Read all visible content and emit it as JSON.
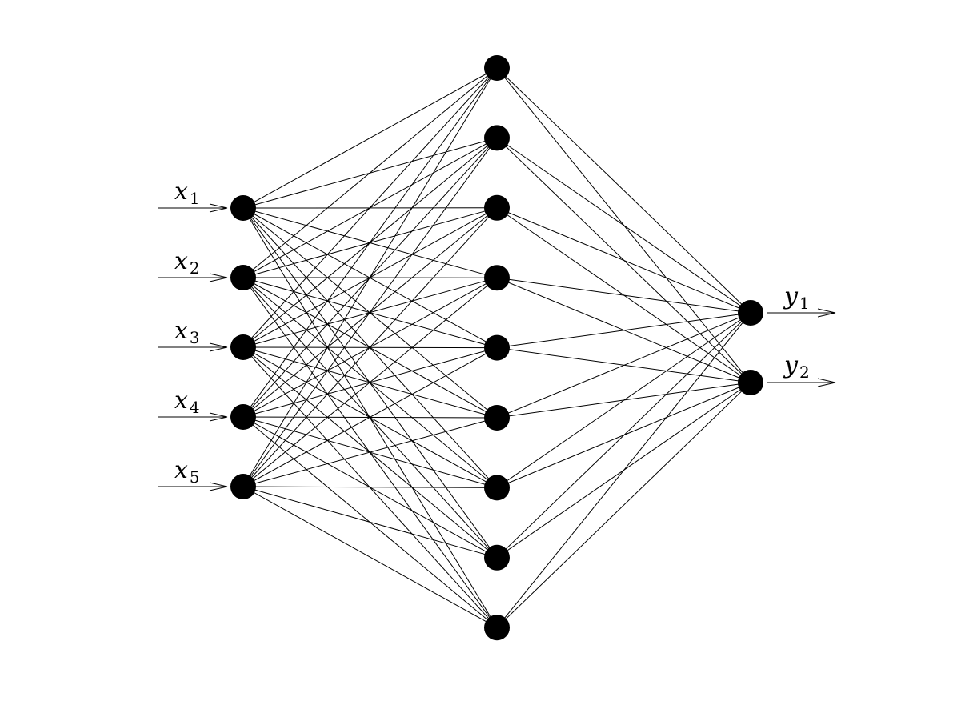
{
  "diagram": {
    "layers": {
      "input": {
        "count": 5
      },
      "hidden": {
        "count": 9
      },
      "output": {
        "count": 2
      }
    },
    "connectivity": "fully-connected",
    "inputs": [
      {
        "var": "x",
        "sub": "1"
      },
      {
        "var": "x",
        "sub": "2"
      },
      {
        "var": "x",
        "sub": "3"
      },
      {
        "var": "x",
        "sub": "4"
      },
      {
        "var": "x",
        "sub": "5"
      }
    ],
    "outputs": [
      {
        "var": "y",
        "sub": "1"
      },
      {
        "var": "y",
        "sub": "2"
      }
    ]
  }
}
